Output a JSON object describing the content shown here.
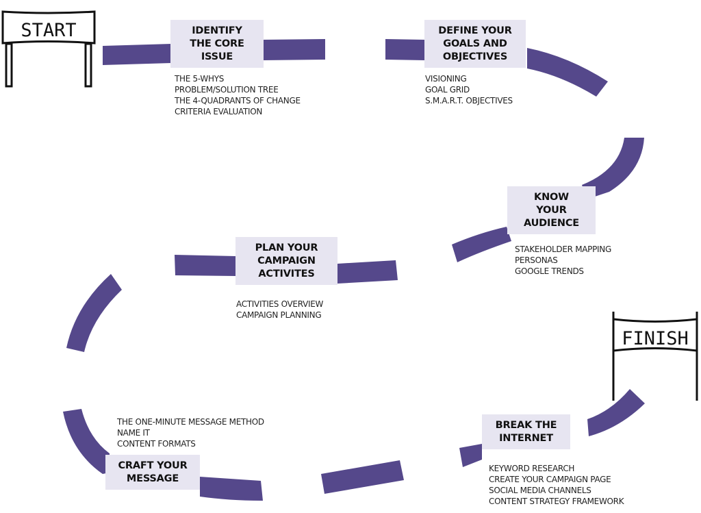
{
  "diagram": {
    "accent_color": "#55488b",
    "box_color": "#e7e5f1",
    "start_sign": {
      "label": "START"
    },
    "finish_sign": {
      "label": "FINISH"
    },
    "stages": [
      {
        "id": "identify",
        "title": "IDENTIFY\nTHE CORE\nISSUE",
        "items": [
          "THE 5-WHYS",
          "PROBLEM/SOLUTION TREE",
          "THE 4-QUADRANTS OF CHANGE",
          "CRITERIA EVALUATION"
        ]
      },
      {
        "id": "define",
        "title": "DEFINE YOUR\nGOALS AND\nOBJECTIVES",
        "items": [
          "VISIONING",
          "GOAL GRID",
          "S.M.A.R.T. OBJECTIVES"
        ]
      },
      {
        "id": "audience",
        "title": "KNOW\nYOUR\nAUDIENCE",
        "items": [
          "STAKEHOLDER MAPPING",
          "PERSONAS",
          "GOOGLE TRENDS"
        ]
      },
      {
        "id": "plan",
        "title": "PLAN YOUR\nCAMPAIGN\nACTIVITES",
        "items": [
          "ACTIVITIES OVERVIEW",
          "CAMPAIGN PLANNING"
        ]
      },
      {
        "id": "craft",
        "title": "CRAFT YOUR\nMESSAGE",
        "items": [
          "THE ONE-MINUTE MESSAGE METHOD",
          "NAME IT",
          "CONTENT FORMATS"
        ]
      },
      {
        "id": "break",
        "title": "BREAK THE\nINTERNET",
        "items": [
          "KEYWORD RESEARCH",
          "CREATE YOUR CAMPAIGN PAGE",
          "SOCIAL MEDIA CHANNELS",
          "CONTENT STRATEGY FRAMEWORK"
        ]
      }
    ]
  }
}
